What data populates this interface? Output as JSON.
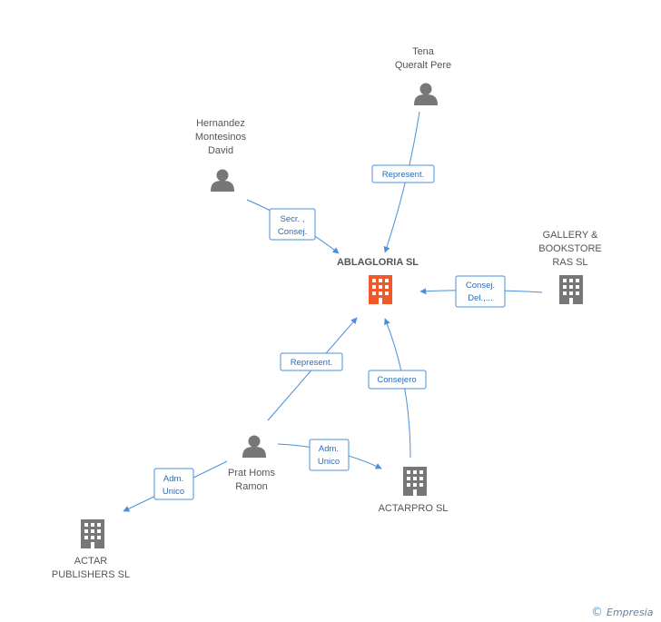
{
  "colors": {
    "edge": "#4a8fd8",
    "edge_text": "#2b6cb8",
    "person": "#777777",
    "company": "#777777",
    "main_company": "#f0582a",
    "brand": "#e8a020"
  },
  "nodes": {
    "ablagloria": {
      "lines": [
        "ABLAGLORIA SL"
      ],
      "icon": "building-icon",
      "main": true
    },
    "tena": {
      "lines": [
        "Tena",
        "Queralt Pere"
      ],
      "icon": "person-icon"
    },
    "hernandez": {
      "lines": [
        "Hernandez",
        "Montesinos",
        "David"
      ],
      "icon": "person-icon"
    },
    "gallery": {
      "lines": [
        "GALLERY &",
        "BOOKSTORE",
        "RAS SL"
      ],
      "icon": "building-icon"
    },
    "prat": {
      "lines": [
        "Prat Homs",
        "Ramon"
      ],
      "icon": "person-icon"
    },
    "actarpro": {
      "lines": [
        "ACTARPRO SL"
      ],
      "icon": "building-icon"
    },
    "actar": {
      "lines": [
        "ACTAR",
        "PUBLISHERS SL"
      ],
      "icon": "building-icon"
    }
  },
  "edges": {
    "tena_ablagloria": {
      "lines": [
        "Represent."
      ]
    },
    "hernandez_ablagloria": {
      "lines": [
        "Secr. ,",
        "Consej."
      ]
    },
    "gallery_ablagloria": {
      "lines": [
        "Consej.",
        "Del.,..."
      ]
    },
    "prat_ablagloria": {
      "lines": [
        "Represent."
      ]
    },
    "actarpro_ablagloria": {
      "lines": [
        "Consejero"
      ]
    },
    "prat_actarpro": {
      "lines": [
        "Adm.",
        "Unico"
      ]
    },
    "prat_actar": {
      "lines": [
        "Adm.",
        "Unico"
      ]
    }
  },
  "footer": {
    "copyright": "©",
    "brand": "Empresia"
  }
}
